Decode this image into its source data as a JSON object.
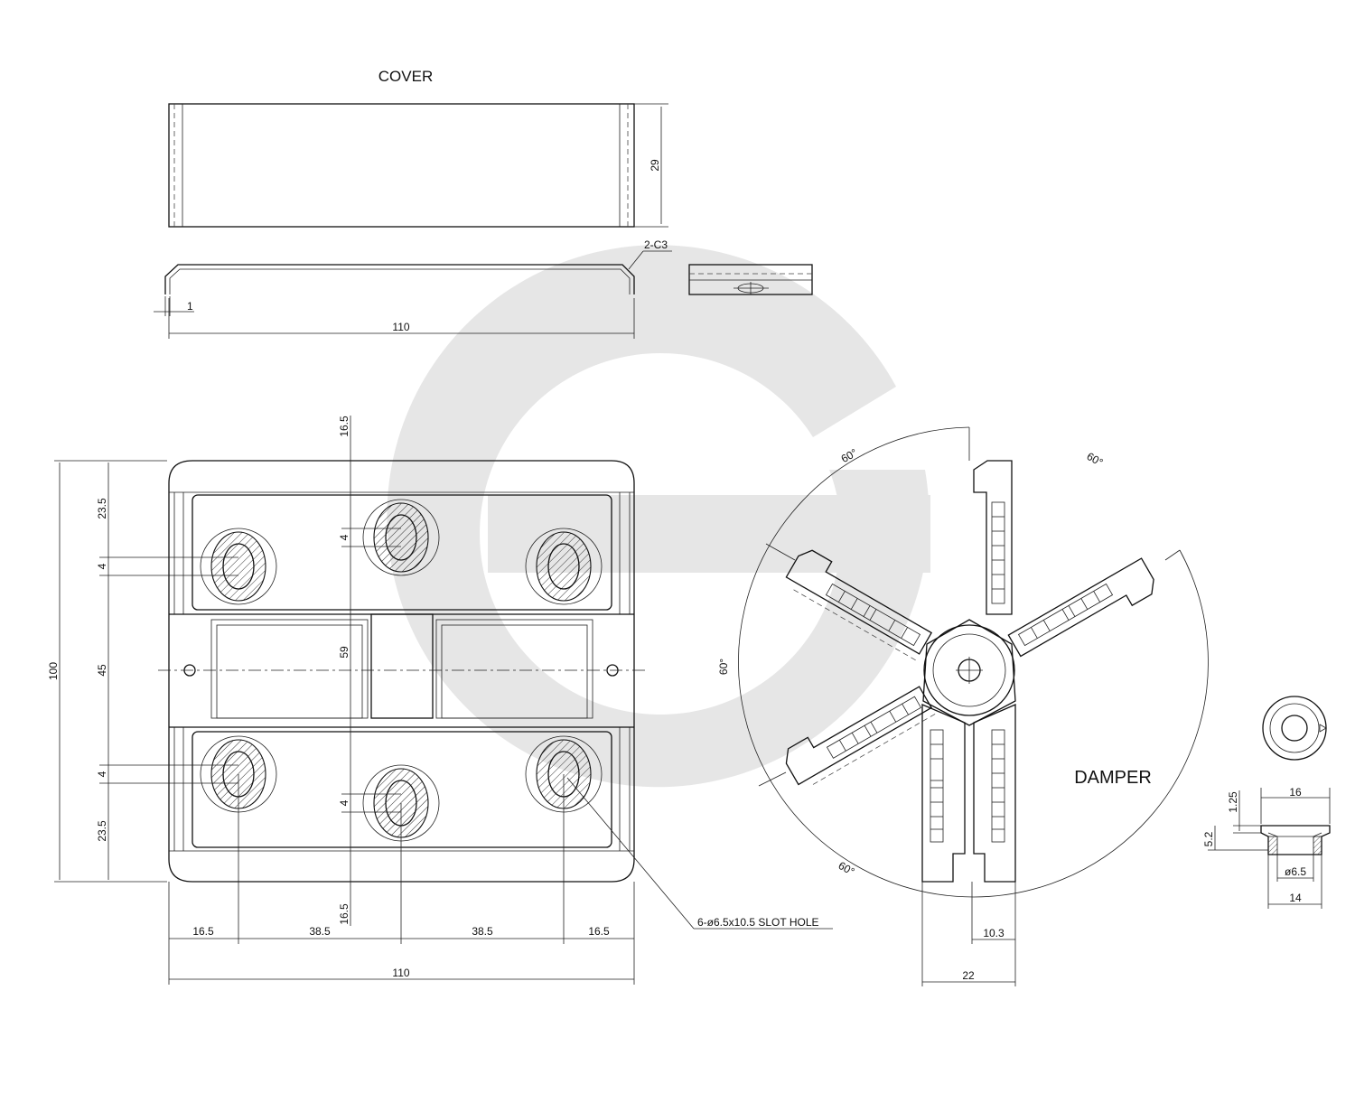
{
  "labels": {
    "cover": "COVER",
    "damper": "DAMPER",
    "chamfer": "2-C3",
    "slot_hole": "6-ø6.5x10.5 SLOT HOLE"
  },
  "cover_dims": {
    "height": "29",
    "thickness": "1",
    "length": "110"
  },
  "plan_dims": {
    "total_height": "100",
    "top_offset": "23.5",
    "slot_offset_top": "4",
    "middle": "45",
    "slot_offset_bottom": "4",
    "bottom_offset": "23.5",
    "top_margin": "16.5",
    "center_slot_top": "4",
    "center_span": "59",
    "center_slot_bottom": "4",
    "bottom_margin": "16.5",
    "x1": "16.5",
    "x2": "38.5",
    "x3": "38.5",
    "x4": "16.5",
    "total_width": "110"
  },
  "damper_dims": {
    "angle_a": "60°",
    "angle_b": "60°",
    "angle_c": "60°",
    "angle_d": "60°",
    "arm_width": "10.3",
    "pair_width": "22"
  },
  "small_part_dims": {
    "top_dia": "16",
    "lip": "1.25",
    "height": "5.2",
    "hole": "ø6.5",
    "bottom_dia": "14"
  },
  "watermark_color": "#e6e6e6"
}
